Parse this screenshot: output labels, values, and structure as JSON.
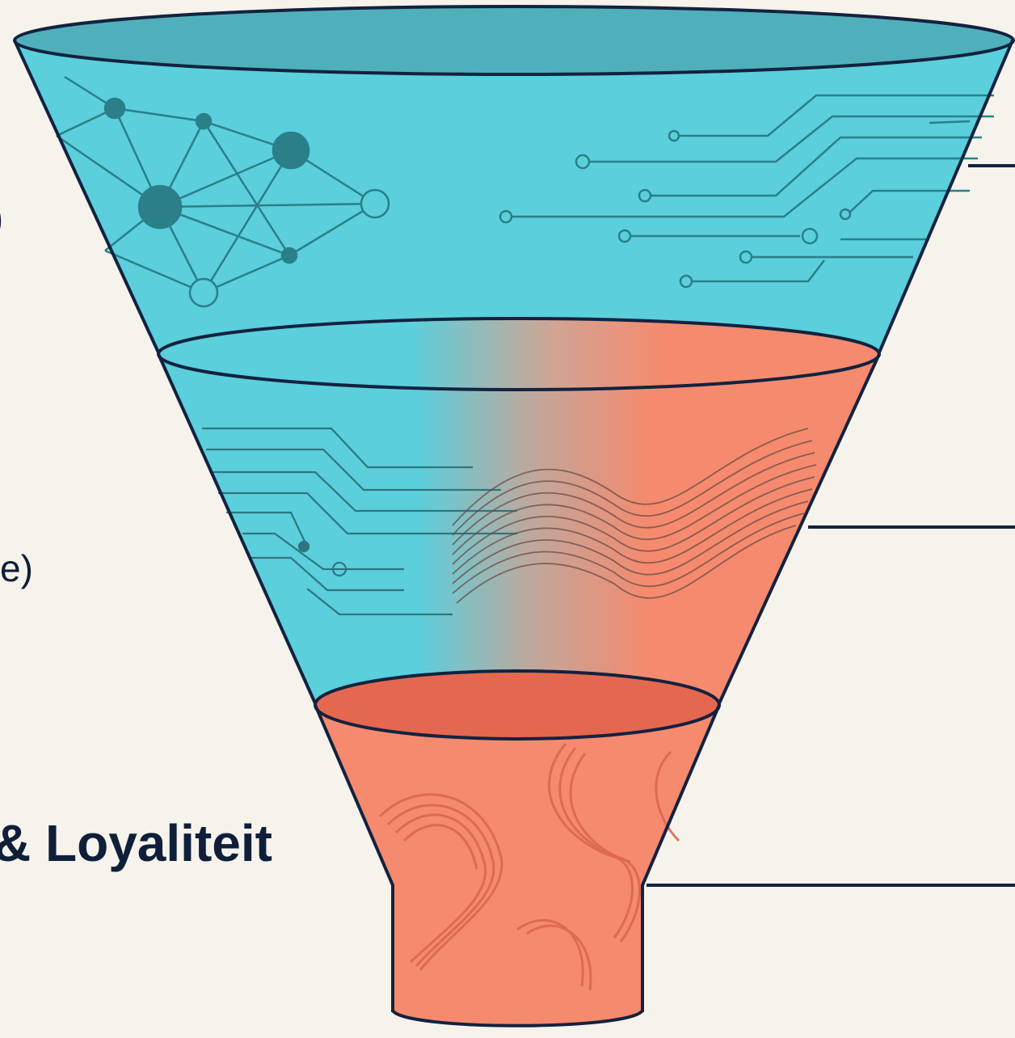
{
  "labels": {
    "top_fragment": ")",
    "middle_fragment": "e)",
    "bottom_fragment": "& Loyaliteit"
  },
  "colors": {
    "background": "#f6f3ec",
    "teal": "#5bcfdc",
    "teal_rim": "#4fb0bb",
    "coral": "#f58a6e",
    "coral_dark": "#e4684f",
    "outline": "#13223f",
    "line_art": "#2a7f88"
  },
  "icons": {
    "top_stage": "network-nodes-icon",
    "top_stage_right": "circuit-lines-icon",
    "middle_stage": "wave-lines-icon",
    "bottom_stage": "brush-swirl-texture"
  }
}
